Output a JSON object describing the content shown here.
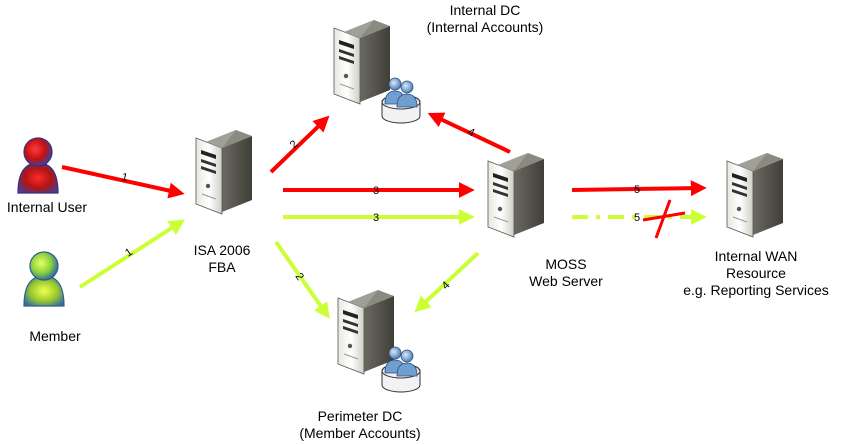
{
  "nodes": {
    "internal_dc": {
      "line1": "Internal DC",
      "line2": "(Internal Accounts)"
    },
    "internal_user": {
      "label": "Internal User"
    },
    "member": {
      "label": "Member"
    },
    "isa": {
      "line1": "ISA 2006",
      "line2": "FBA"
    },
    "moss": {
      "line1": "MOSS",
      "line2": "Web Server"
    },
    "wan": {
      "line1": "Internal WAN",
      "line2": "Resource",
      "line3": "e.g. Reporting Services"
    },
    "perimeter_dc": {
      "line1": "Perimeter DC",
      "line2": "(Member Accounts)"
    }
  },
  "arrows": {
    "user_to_isa": "1",
    "member_to_isa": "1",
    "isa_to_internal_dc": "2",
    "isa_to_perimeter_dc": "2",
    "isa_to_moss_red": "3",
    "isa_to_moss_green": "3",
    "moss_to_internal_dc": "4",
    "moss_to_perimeter_dc": "4",
    "moss_to_wan_red": "5",
    "moss_to_wan_green": "5"
  },
  "colors": {
    "internal_flow": "#ff0000",
    "member_flow": "#ccff33",
    "blocked_mark": "#ff0000"
  },
  "icons": [
    "server-icon",
    "user-icon",
    "user-group-icon",
    "blocked-cross-icon"
  ]
}
